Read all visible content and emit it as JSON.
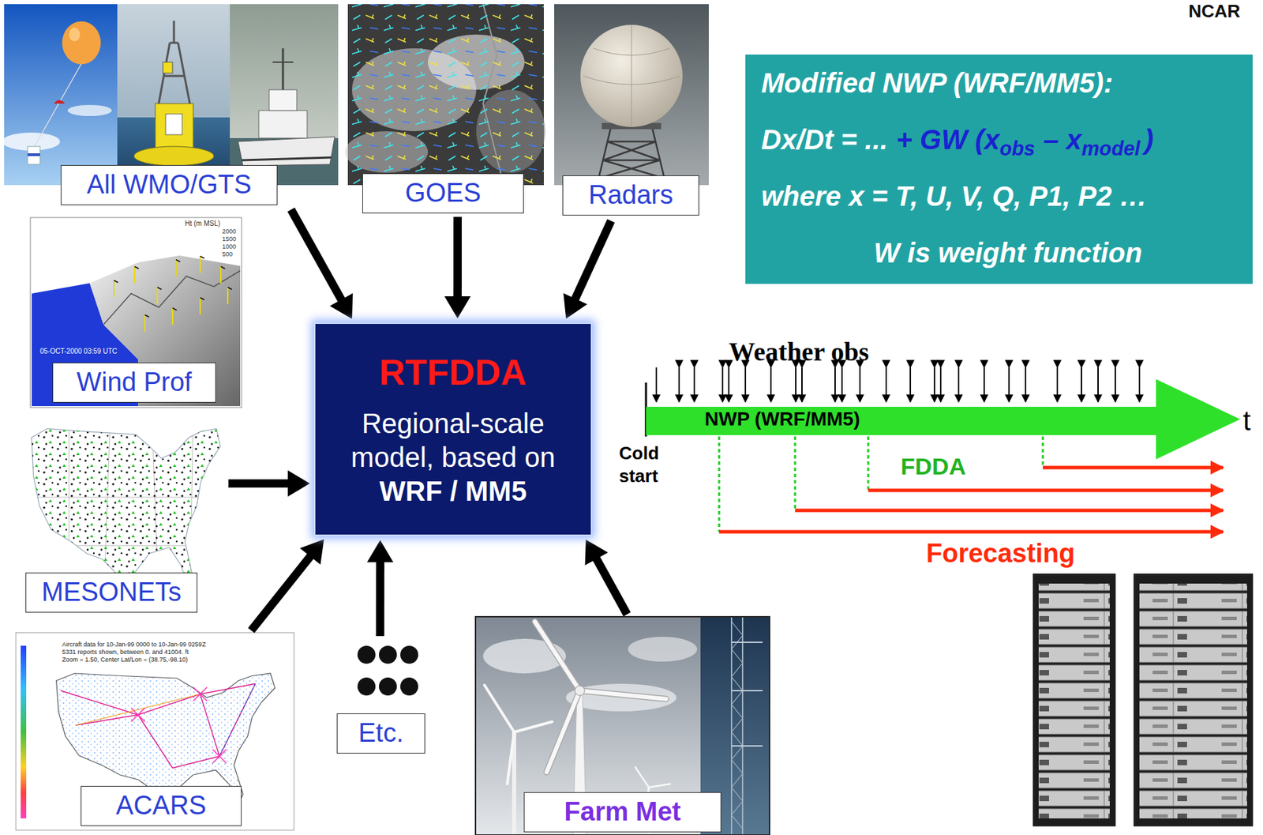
{
  "diagram": {
    "nodes": [
      {
        "text": [
          "All WMO/GTS"
        ]
      },
      {
        "text": [
          "GOES"
        ]
      },
      {
        "text": [
          "Radars"
        ]
      },
      {
        "text": [
          "Modified NWP (WRF/MM5):",
          "Dx/Dt = ...",
          "+ GW (x",
          "obs",
          "– x",
          "model",
          ")",
          "where x = T, U, V, Q, P1, P2 …",
          "W is weight function"
        ]
      },
      {
        "text": [
          "Wind Prof"
        ]
      },
      {
        "text": [
          "RTFDDA",
          "Regional-scale model, based on",
          "WRF / MM5"
        ]
      },
      {
        "text": [
          "NWP (WRF/MM5)"
        ]
      },
      {
        "text": [
          "MESONETs"
        ]
      },
      {
        "text": [
          "ACARS"
        ]
      },
      {
        "text": [
          "Etc."
        ]
      },
      {
        "text": [
          "Farm Met"
        ]
      }
    ],
    "edges": [
      {
        "from": 0,
        "to": 5,
        "arrow": "to"
      },
      {
        "from": 1,
        "to": 5,
        "arrow": "to"
      },
      {
        "from": 2,
        "to": 5,
        "arrow": "to"
      },
      {
        "from": 7,
        "to": 5,
        "arrow": "to"
      },
      {
        "from": 8,
        "to": 5,
        "arrow": "to"
      },
      {
        "from": 9,
        "to": 5,
        "arrow": "to"
      },
      {
        "from": 10,
        "to": 5,
        "arrow": "to"
      }
    ],
    "labels": [
      "NCAR",
      "Weather obs",
      "Cold start",
      "FDDA",
      "Forecasting",
      "t",
      "Ht (m MSL)",
      "2000",
      "1500",
      "1000",
      "500",
      "05-OCT-2000 03:59 UTC",
      "Aircraft data for 10-Jan-99 0000 to 10-Jan-99 0259Z",
      "5331 reports shown, between 0. and 41004. ft",
      "Zoom = 1.50, Center Lat/Lon = (38.75,-98.10)"
    ]
  }
}
